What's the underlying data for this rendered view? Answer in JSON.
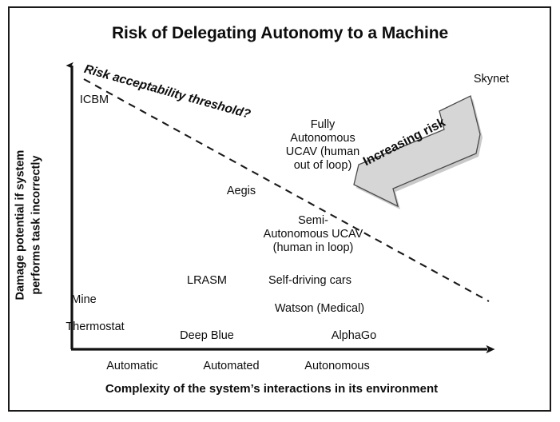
{
  "chart_data": {
    "type": "scatter",
    "title": "Risk of Delegating Autonomy to a Machine",
    "xlabel": "Complexity of the system’s interactions in its environment",
    "ylabel": "Damage potential if system performs task incorrectly",
    "ylabel_line1": "Damage potential if system",
    "ylabel_line2": "performs task incorrectly",
    "xticks": [
      "Automatic",
      "Automated",
      "Autonomous"
    ],
    "yticks": [],
    "grid": false,
    "legend": "none",
    "axis_style": "arrows",
    "annotations": [
      {
        "text": "Risk acceptability threshold?",
        "kind": "threshold-line-label"
      },
      {
        "text": "Increasing risk",
        "kind": "arrow-label"
      }
    ],
    "threshold_line": {
      "label": "Risk acceptability threshold?",
      "style": "dashed",
      "from": {
        "x": 0.03,
        "y": 0.97
      },
      "to": {
        "x": 0.99,
        "y": 0.19
      }
    },
    "points": [
      {
        "label": "ICBM",
        "x": 0.03,
        "y": 0.9,
        "lines": [
          "ICBM"
        ]
      },
      {
        "label": "Mine",
        "x": 0.04,
        "y": 0.19,
        "lines": [
          "Mine"
        ]
      },
      {
        "label": "Thermostat",
        "x": 0.03,
        "y": 0.1,
        "lines": [
          "Thermostat"
        ]
      },
      {
        "label": "Aegis",
        "x": 0.38,
        "y": 0.57,
        "lines": [
          "Aegis"
        ]
      },
      {
        "label": "LRASM",
        "x": 0.3,
        "y": 0.25,
        "lines": [
          "LRASM"
        ]
      },
      {
        "label": "Deep Blue",
        "x": 0.38,
        "y": 0.06,
        "lines": [
          "Deep Blue"
        ]
      },
      {
        "label": "Fully Autonomous UCAV (human out of loop)",
        "x": 0.62,
        "y": 0.8,
        "lines": [
          "Fully",
          "Autonomous",
          "UCAV (human",
          "out of loop)"
        ]
      },
      {
        "label": "Semi-Autonomous UCAV (human in loop)",
        "x": 0.62,
        "y": 0.44,
        "lines": [
          "Semi-",
          "Autonomous UCAV",
          "(human in loop)"
        ]
      },
      {
        "label": "Self-driving cars",
        "x": 0.6,
        "y": 0.25,
        "lines": [
          "Self-driving cars"
        ]
      },
      {
        "label": "Watson (Medical)",
        "x": 0.62,
        "y": 0.15,
        "lines": [
          "Watson (Medical)"
        ]
      },
      {
        "label": "AlphaGo",
        "x": 0.68,
        "y": 0.06,
        "lines": [
          "AlphaGo"
        ]
      },
      {
        "label": "Skynet",
        "x": 0.95,
        "y": 0.95,
        "lines": [
          "Skynet"
        ]
      }
    ]
  },
  "colors": {
    "frame": "#1a1a1a",
    "axis": "#111111",
    "text": "#0d0d0d",
    "arrow_fill": "#d6d6d6",
    "arrow_stroke": "#4a4a4a",
    "dashed_line": "#1a1a1a",
    "background": "#ffffff"
  },
  "labels": {
    "title": "Risk of Delegating Autonomy to a Machine",
    "xlabel": "Complexity of the system’s interactions in its environment",
    "ylabel_line1": "Damage potential if system",
    "ylabel_line2": "performs task incorrectly",
    "tick_automatic": "Automatic",
    "tick_automated": "Automated",
    "tick_autonomous": "Autonomous",
    "threshold": "Risk acceptability threshold?",
    "increasing_risk": "Increasing risk",
    "icbm": "ICBM",
    "mine": "Mine",
    "thermostat": "Thermostat",
    "aegis": "Aegis",
    "lrasm": "LRASM",
    "deep_blue": "Deep Blue",
    "fully_autonomous_1": "Fully",
    "fully_autonomous_2": "Autonomous",
    "fully_autonomous_3": "UCAV (human",
    "fully_autonomous_4": "out of loop)",
    "semi_autonomous_1": "Semi-",
    "semi_autonomous_2": "Autonomous UCAV",
    "semi_autonomous_3": "(human in loop)",
    "self_driving_cars": "Self-driving cars",
    "watson": "Watson (Medical)",
    "alphago": "AlphaGo",
    "skynet": "Skynet"
  }
}
